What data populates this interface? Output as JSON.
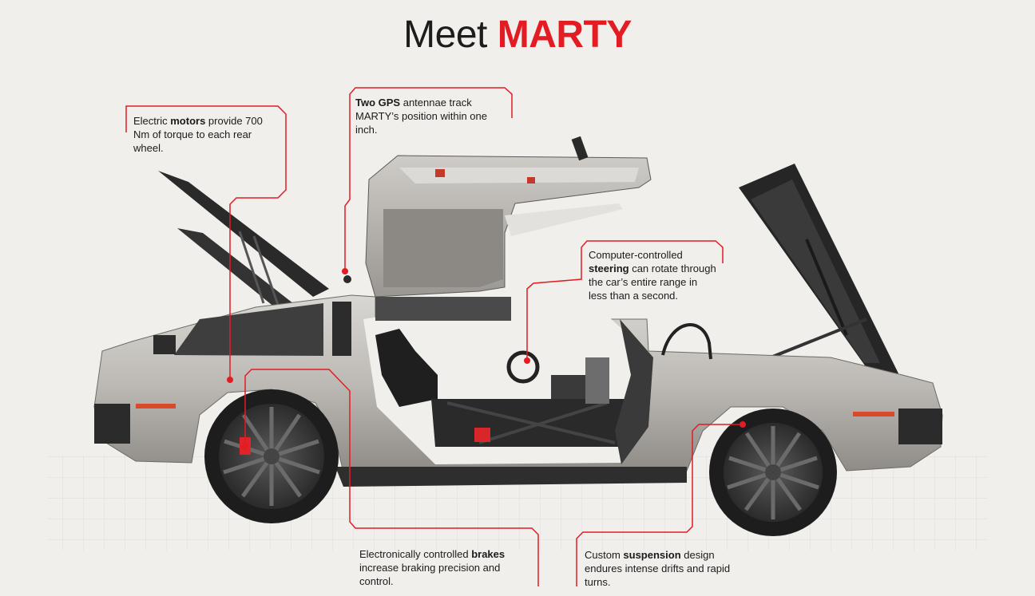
{
  "title": {
    "prefix": "Meet",
    "highlight": "MARTY"
  },
  "colors": {
    "accent": "#e31b23",
    "background": "#f1efeb",
    "body": "#b9b6b0",
    "tire": "#1d1d1d"
  },
  "callouts": {
    "motors": {
      "before": "Electric ",
      "bold": "motors",
      "after": " provide 700 Nm of torque to each rear wheel."
    },
    "gps": {
      "before": "",
      "bold": "Two GPS",
      "after": " antennae track MARTY’s position within one inch."
    },
    "steering": {
      "before": "Computer-controlled ",
      "bold": "steering",
      "after": " can rotate through the car’s entire range in less than a second."
    },
    "brakes": {
      "before": "Electronically controlled ",
      "bold": "brakes",
      "after": " increase braking precision and control."
    },
    "suspension": {
      "before": "Custom ",
      "bold": "suspension",
      "after": " design endures intense drifts and rapid turns."
    }
  }
}
